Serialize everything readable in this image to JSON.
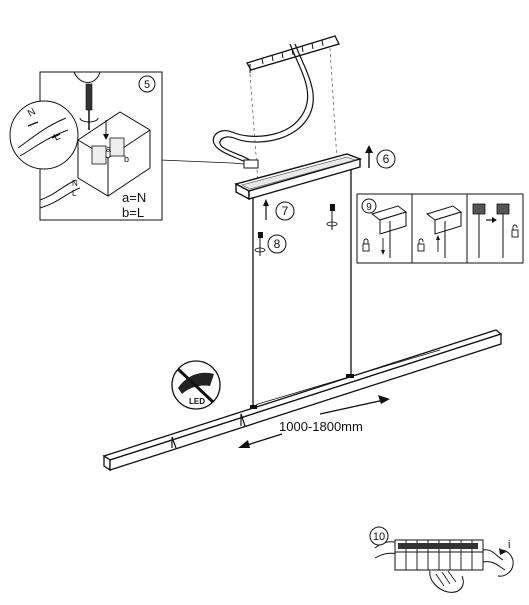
{
  "steps": {
    "step5": "5",
    "step6": "6",
    "step7": "7",
    "step8": "8",
    "step9": "9",
    "step10": "10"
  },
  "wiring": {
    "a_label": "a=N",
    "b_label": "b=L",
    "n_mark": "N",
    "l_mark": "L",
    "a_mark": "a",
    "b_mark": "b"
  },
  "dimension": {
    "text": "1000-1800mm"
  },
  "led_badge": {
    "text": "LED"
  },
  "step10_mark": {
    "text": "i"
  }
}
